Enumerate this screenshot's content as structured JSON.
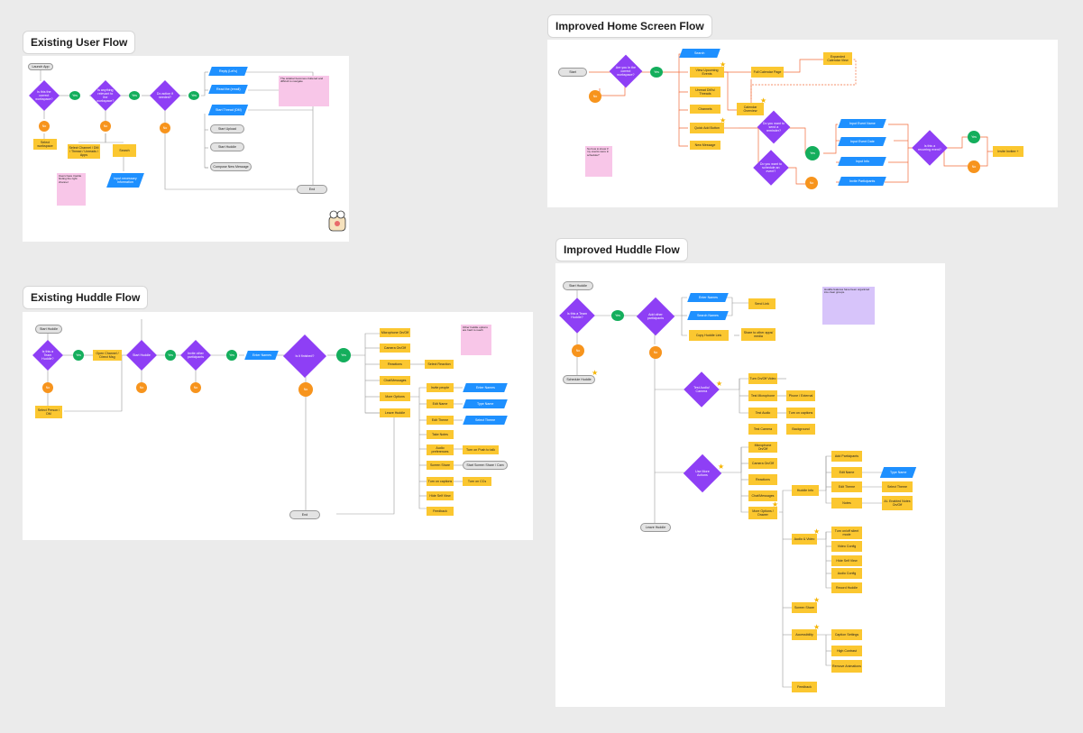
{
  "titles": {
    "existing_user": "Existing User Flow",
    "home": "Improved Home Screen Flow",
    "existing_huddle": "Existing Huddle Flow",
    "improved_huddle": "Improved Huddle Flow"
  },
  "user_flow": {
    "launch": "Launch App",
    "d1": "Is this the correct workspace?",
    "d2": "Is anything relevant to the workspace?",
    "d3": "Do action if needed?",
    "yes": "Yes",
    "no": "No",
    "select_ws": "Select workspace",
    "select_channel": "Select Channel / DM / Thread / Unreads / Apps",
    "search": "Search",
    "input_info": "Input necessary information",
    "reply": "Reply (Let's)",
    "read_email": "Read the (email)",
    "start_thread": "Start Thread (DM)",
    "start_upload": "Start Upload",
    "start_huddle": "Start Huddle",
    "compose": "Compose New Message",
    "end": "End",
    "note1": "The sidebar becomes cluttered and difficult to navigate",
    "note2": "Users have trouble finding the right channel"
  },
  "home_flow": {
    "start": "Start",
    "d1": "Are you in the correct workspace?",
    "yes": "Yes",
    "no": "No",
    "search": "Search",
    "see_upcoming": "View Upcoming Events",
    "full_calendar": "Full Calendar Page",
    "expanded_calendar": "Expanded Calendar View",
    "unread": "Unread DM's/ Threads",
    "channels": "Channels",
    "calendar_overview": "Calendar Overview",
    "quick_add": "Quick Add Button",
    "new_message": "New Message",
    "d2": "Do you want to send a reminder?",
    "d3": "Do you want to schedule an event?",
    "input_reminder": "Input Event Name",
    "input_date": "Input Event Date",
    "input_info": "Input Info",
    "invite": "Invite Participants",
    "d4": "Is this a recurring event?",
    "invite_btn": "Invite Invitee +",
    "note": "So how to know if my events were in schedule?"
  },
  "ex_huddle": {
    "start": "Start Huddle",
    "d1": "Is this a Team Huddle?",
    "open_channel": "Open Channel / Direct Msg",
    "select_person": "Select Person / DM",
    "d2": "Start Huddle",
    "d3": "Invite other participants",
    "enter_names": "Enter Names",
    "d4": "Is it finished?",
    "yes": "Yes",
    "no": "No",
    "end": "End",
    "mic": "Microphone On/Off",
    "camera": "Camera On/Off",
    "reactions": "Reactions",
    "select_reaction": "Select Reaction",
    "chat": "Chat/Messages",
    "more": "More Options",
    "leave": "Leave Huddle",
    "invite_people": "Invite people",
    "enter_names2": "Enter Names",
    "edit_name": "Edit Name",
    "type_name": "Type Name",
    "edit_theme": "Edit Theme",
    "select_theme": "Select Theme",
    "take_notes": "Take Notes",
    "audio": "Audio preferences",
    "push_to_talk": "Turn on Push to talk",
    "screen_share": "Screen Share",
    "start_share": "Start Screen Share / Cam",
    "captions": "Turn on captions",
    "turn_on_cc": "Turn on CCs",
    "hide_self": "Hide Self View",
    "feedback": "Feedback",
    "note": "Other huddle options are hard to reach"
  },
  "im_huddle": {
    "start": "Start Huddle",
    "d1": "Is this a Team Huddle?",
    "yes": "Yes",
    "no": "No",
    "schedule": "Schedule Huddle",
    "d2": "Add other participants",
    "enter_names": "Enter Names",
    "search_names": "Search Names",
    "send_link": "Send Link",
    "copy_link": "Copy Huddle Link",
    "share_apps": "Share to other apps/ media",
    "test": "Test Audio/ Camera",
    "turn_on_off": "Turn On/Off Video",
    "test_mic": "Test Microphone",
    "phone": "Phone / External",
    "test_audio": "Test Audio",
    "turn_on_cc": "Turn on captions",
    "test_camera": "Test Camera",
    "background": "Background",
    "during": "Use More Actions",
    "mic": "Microphone On/Off",
    "camera": "Camera On/Off",
    "reactions": "Reactions",
    "chat": "Chat/Messages",
    "more": "More Options / Drawer",
    "huddle_info": "Huddle Info",
    "add_participants": "Add Participants",
    "edit_name": "Edit Name",
    "type_name": "Type Name",
    "edit_theme": "Edit Theme",
    "select_theme": "Select Theme",
    "notes": "Notes",
    "ai_notes": "AI- Enabled Notes On/Off",
    "audio_video": "Audio & Video",
    "push_mode": "Turn on/off silent mode",
    "video_config": "Video Config",
    "hide_self": "Hide Self View",
    "audio_config": "Audio Config",
    "record": "Record Huddle",
    "screen_share": "Screen Share",
    "accessibility": "Accessibility",
    "caption_settings": "Caption Settings",
    "high_contrast": "High Contrast",
    "reduce_animations": "Remove Animations",
    "feedback": "Feedback",
    "leave": "Leave Huddle",
    "note": "Huddle features have been organized into clear groups."
  }
}
